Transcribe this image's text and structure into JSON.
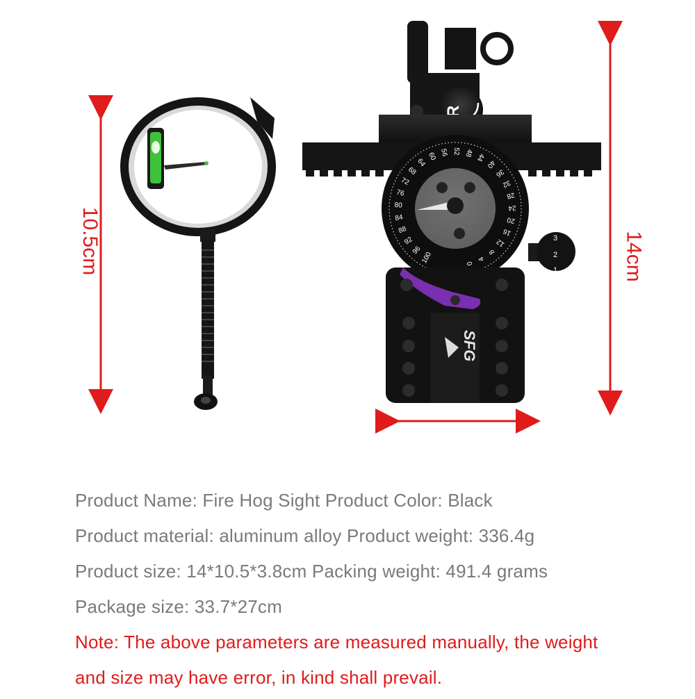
{
  "dimensions": {
    "height_left": "10.5cm",
    "height_right": "14cm"
  },
  "logo": {
    "text": "SFG"
  },
  "dial": {
    "numbers": [
      "100",
      "96",
      "92",
      "88",
      "84",
      "80",
      "76",
      "72",
      "68",
      "64",
      "60",
      "56",
      "52",
      "48",
      "44",
      "40",
      "36",
      "32",
      "28",
      "24",
      "20",
      "16",
      "12",
      "8",
      "4",
      "0"
    ]
  },
  "knob": {
    "digits": [
      "3",
      "2",
      "1"
    ]
  },
  "specs": [
    "Product Name: Fire Hog Sight Product Color: Black",
    "Product material: aluminum alloy Product weight: 336.4g",
    "Product size: 14*10.5*3.8cm Packing weight: 491.4 grams",
    "Package size: 33.7*27cm"
  ],
  "note": [
    "Note: The above parameters are measured manually, the weight",
    "and size may have error, in kind shall prevail."
  ],
  "colors": {
    "accent_red": "#e01b1b",
    "text_gray": "#7a7a7a",
    "level_green": "#3ec23a",
    "purple_lever": "#7a2fb0"
  }
}
